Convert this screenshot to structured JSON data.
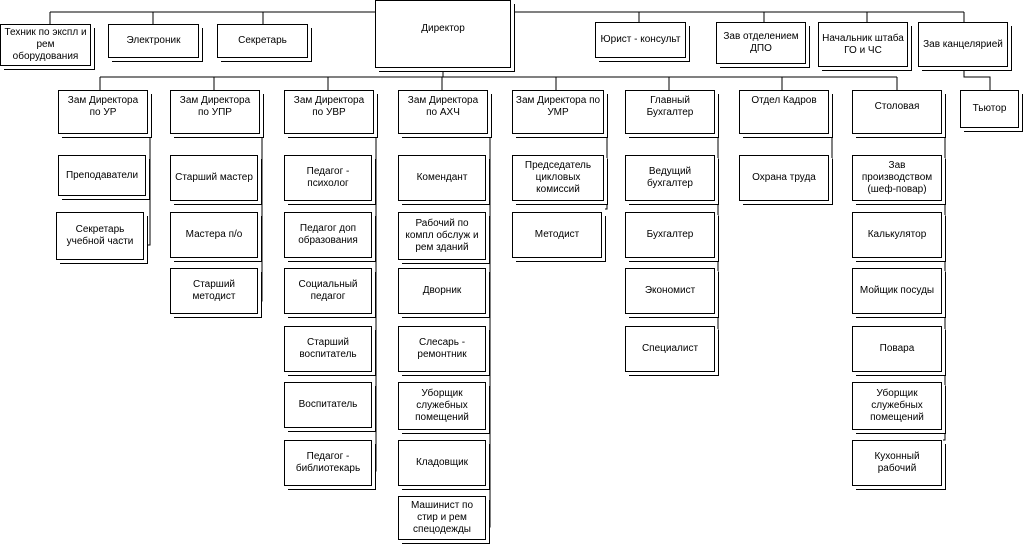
{
  "nodes": {
    "director": "Директор",
    "tehnik": "Техник по экспл и рем оборудования",
    "elektronik": "Электроник",
    "sekretar": "Секретарь",
    "yurist": "Юрист - консульт",
    "zav_dpo": "Зав отделением ДПО",
    "nach_shtaba": "Начальник штаба ГО и ЧС",
    "zav_kanc": "Зав канцелярией",
    "tyutor": "Тьютор",
    "zam_ur": "Зам Директора по УР",
    "zam_upr": "Зам Директора по УПР",
    "zam_uvr": "Зам Директора по УВР",
    "zam_ahch": "Зам Директора по АХЧ",
    "zam_umr": "Зам Директора по УМР",
    "glav_buh": "Главный Бухгалтер",
    "otdel_kadrov": "Отдел Кадров",
    "stolovaya": "Столовая",
    "prepodavateli": "Преподаватели",
    "sekretar_uch": "Секретарь учебной части",
    "starshiy_master": "Старший мастер",
    "mastera": "Мастера п/о",
    "starshiy_metodist": "Старший методист",
    "pedagog_psiholog": "Педагог - психолог",
    "pedagog_dop": "Педагог доп образования",
    "soc_pedagog": "Социальный педагог",
    "starshiy_vosp": "Старший воспитатель",
    "vospitatel": "Воспитатель",
    "pedagog_bibl": "Педагог - библиотекарь",
    "komendant": "Комендант",
    "rabochiy": "Рабочий по компл обслуж и рем зданий",
    "dvornik": "Дворник",
    "slesar": "Слесарь - ремонтник",
    "uborshik1": "Уборщик служебных помещений",
    "kladovshik": "Кладовщик",
    "mashinist": "Машинист по стир и рем спецодежды",
    "predsedatel": "Председатель цикловых комиссий",
    "metodist": "Методист",
    "ved_buh": "Ведущий бухгалтер",
    "buhgalter": "Бухгалтер",
    "ekonomist": "Экономист",
    "specialist": "Специалист",
    "ohrana_truda": "Охрана труда",
    "zav_proizv": "Зав производством (шеф-повар)",
    "kalkulyator": "Калькулятор",
    "moyshik": "Мойщик посуды",
    "povara": "Повара",
    "uborshik2": "Уборщик служебных помещений",
    "kuhonny": "Кухонный рабочий"
  }
}
